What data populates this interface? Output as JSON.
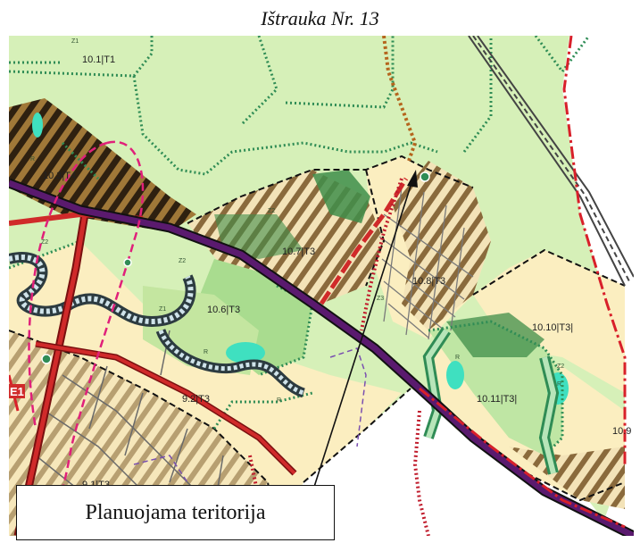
{
  "title": "Ištrauka Nr. 13",
  "callout": {
    "text": "Planuojama teritorija"
  },
  "zones": [
    {
      "id": "z-10-1",
      "label": "10.1|T1"
    },
    {
      "id": "z-10-3",
      "label": "10.3|T4"
    },
    {
      "id": "z-10-7",
      "label": "10.7|T3"
    },
    {
      "id": "z-10-8",
      "label": "10.8|T3"
    },
    {
      "id": "z-10-6",
      "label": "10.6|T3"
    },
    {
      "id": "z-10-10",
      "label": "10.10|T3|"
    },
    {
      "id": "z-10-11",
      "label": "10.11|T3|"
    },
    {
      "id": "z-9-2",
      "label": "9.2|T3"
    },
    {
      "id": "z-9-1",
      "label": "9.1|T3"
    },
    {
      "id": "z-10-9",
      "label": "10.9"
    }
  ],
  "small_labels": {
    "z1a": "Z1",
    "z2a": "Z2",
    "z2b": "Z2",
    "z2c": "Z2",
    "z1b": "Z1",
    "z3": "Z3",
    "ra": "R",
    "rb": "R",
    "rc": "R",
    "rd": "R",
    "re": "R",
    "z2d": "Z2"
  },
  "road_label": "E1",
  "colors": {
    "forest_light": "#d6f0b8",
    "residential": "#fbeec0",
    "hatch": "#8a6a3c",
    "green_dark": "#3f8e4a",
    "green_mid": "#7cc58a",
    "water": "#3fe0c0",
    "road_main": "#5a1a6e",
    "road_red": "#d02a2a",
    "boundary_red": "#d8202a",
    "pink": "#e0207a",
    "rail": "#444444"
  }
}
